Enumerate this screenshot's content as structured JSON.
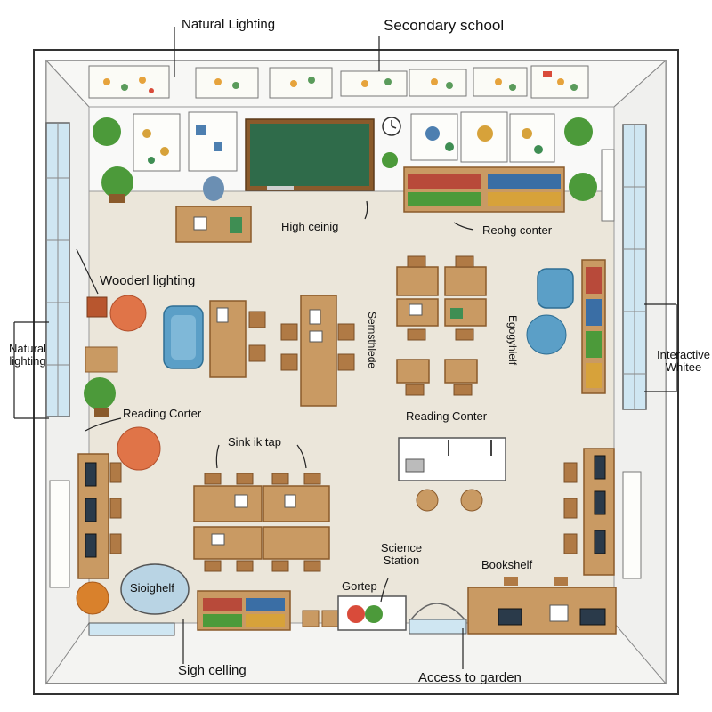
{
  "labels": {
    "natural_lighting_top": "Natural Lighting",
    "secondary_school": "Secondary school",
    "high_ceiling": "High ceinig",
    "reading_corner_top": "Reohg conter",
    "wooden_lighting": "Wooderl lighting",
    "natural_lighting_left_1": "Natural",
    "natural_lighting_left_2": "lighting",
    "interactive_1": "Interactive",
    "interactive_2": "Whitee",
    "reading_corner_left": "Reading Corter",
    "reading_corner_center": "Reading Conter",
    "sink_tap": "Sink ik tap",
    "science_station_1": "Science",
    "science_station_2": "Station",
    "bookshelf": "Bookshelf",
    "storage_shelf": "Sioighelf",
    "gortep": "Gortep",
    "sigh_celling": "Sigh celling",
    "access_to_garden": "Access to garden",
    "rotated_left": "Sernsthlede",
    "rotated_right": "Egogyhielf"
  },
  "colors": {
    "wall": "#f4f4f2",
    "floor": "#ebe6da",
    "wood": "#c99a63",
    "wood_dark": "#8a5a2b",
    "chalkboard": "#2f6b4a",
    "sofa_blue": "#5b9fc7",
    "beanbag_orange": "#e07448",
    "plant_green": "#4c9a3a",
    "window_blue": "#cfe6f2"
  },
  "icons": [
    "clock-icon",
    "plant-icon",
    "sofa-icon",
    "beanbag-icon",
    "computer-monitor-icon",
    "chair-icon"
  ]
}
